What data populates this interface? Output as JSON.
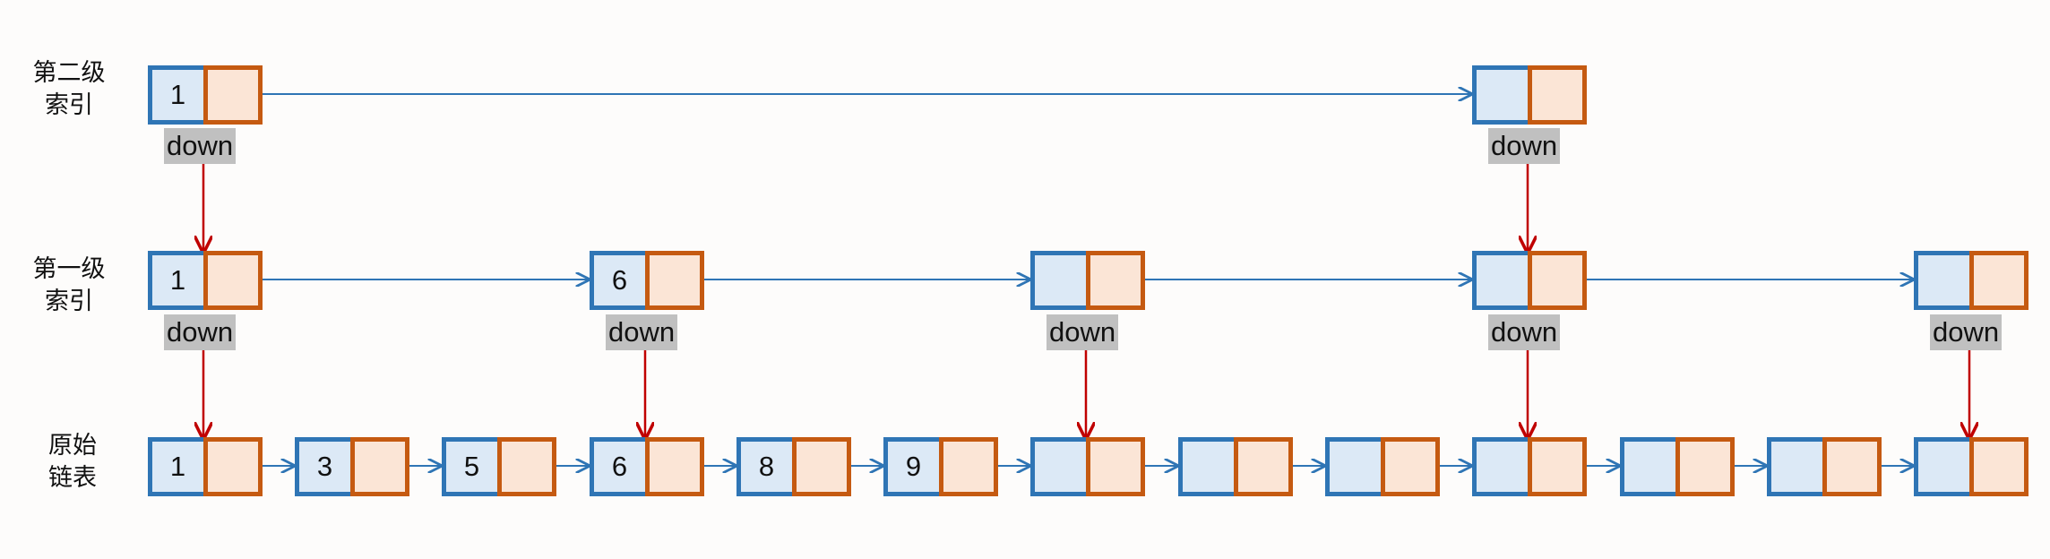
{
  "colors": {
    "key_border": "#2f75b5",
    "key_fill": "#dce9f6",
    "pointer_border": "#c55a11",
    "pointer_fill": "#fbe5d6",
    "next_arrow": "#2f75b5",
    "down_arrow": "#c00000",
    "down_tag_bg": "#c0c0c0"
  },
  "levels": [
    {
      "id": "level2",
      "label_lines": [
        "第二级",
        "索引"
      ],
      "nodes": [
        {
          "key": "1",
          "down": "down"
        },
        {
          "key": "",
          "down": "down"
        }
      ]
    },
    {
      "id": "level1",
      "label_lines": [
        "第一级",
        "索引"
      ],
      "nodes": [
        {
          "key": "1",
          "down": "down"
        },
        {
          "key": "6",
          "down": "down"
        },
        {
          "key": "",
          "down": "down"
        },
        {
          "key": "",
          "down": "down"
        },
        {
          "key": "",
          "down": "down"
        }
      ]
    },
    {
      "id": "base",
      "label_lines": [
        "原始",
        "链表"
      ],
      "nodes": [
        {
          "key": "1"
        },
        {
          "key": "3"
        },
        {
          "key": "5"
        },
        {
          "key": "6"
        },
        {
          "key": "8"
        },
        {
          "key": "9"
        },
        {
          "key": ""
        },
        {
          "key": ""
        },
        {
          "key": ""
        },
        {
          "key": ""
        },
        {
          "key": ""
        },
        {
          "key": ""
        },
        {
          "key": ""
        }
      ]
    }
  ]
}
